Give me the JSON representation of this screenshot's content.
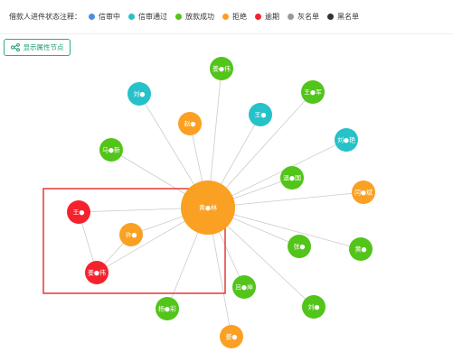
{
  "legend": {
    "title": "借款人进件状态注释：",
    "items": [
      {
        "label": "信审中",
        "color": "#4a90e2"
      },
      {
        "label": "信审通过",
        "color": "#26c1c9"
      },
      {
        "label": "放款成功",
        "color": "#52c41a"
      },
      {
        "label": "拒绝",
        "color": "#faa022"
      },
      {
        "label": "逾期",
        "color": "#f5222d"
      },
      {
        "label": "灰名单",
        "color": "#999999"
      },
      {
        "label": "黑名单",
        "color": "#333333"
      }
    ]
  },
  "toolbar": {
    "show_attributes_label": "显示属性节点"
  },
  "colors": {
    "approved": "#26c1c9",
    "loan_success": "#52c41a",
    "rejected": "#faa022",
    "overdue": "#f5222d",
    "edge": "#cccccc",
    "highlight_box": "#e53935"
  },
  "graph": {
    "center": {
      "id": "n0",
      "label": "黄●林",
      "status": "rejected"
    },
    "nodes": [
      {
        "id": "n1",
        "label": "姜●伟",
        "status": "loan_success"
      },
      {
        "id": "n2",
        "label": "刘●",
        "status": "approved"
      },
      {
        "id": "n3",
        "label": "王●军",
        "status": "loan_success"
      },
      {
        "id": "n4",
        "label": "赵●",
        "status": "rejected"
      },
      {
        "id": "n5",
        "label": "王●",
        "status": "approved"
      },
      {
        "id": "n6",
        "label": "马●新",
        "status": "loan_success"
      },
      {
        "id": "n7",
        "label": "刘●艳",
        "status": "approved"
      },
      {
        "id": "n8",
        "label": "温●国",
        "status": "loan_success"
      },
      {
        "id": "n9",
        "label": "闫●斌",
        "status": "rejected"
      },
      {
        "id": "n10",
        "label": "王●",
        "status": "overdue"
      },
      {
        "id": "n11",
        "label": "许●",
        "status": "rejected"
      },
      {
        "id": "n12",
        "label": "张●",
        "status": "loan_success"
      },
      {
        "id": "n13",
        "label": "黄●",
        "status": "loan_success"
      },
      {
        "id": "n14",
        "label": "姜●伟",
        "status": "overdue"
      },
      {
        "id": "n15",
        "label": "吕●岸",
        "status": "loan_success"
      },
      {
        "id": "n16",
        "label": "杨●彩",
        "status": "loan_success"
      },
      {
        "id": "n17",
        "label": "刘●",
        "status": "loan_success"
      },
      {
        "id": "n18",
        "label": "姜●",
        "status": "rejected"
      }
    ],
    "edges": [
      [
        "n0",
        "n1"
      ],
      [
        "n0",
        "n2"
      ],
      [
        "n0",
        "n3"
      ],
      [
        "n0",
        "n4"
      ],
      [
        "n0",
        "n5"
      ],
      [
        "n0",
        "n6"
      ],
      [
        "n0",
        "n7"
      ],
      [
        "n0",
        "n8"
      ],
      [
        "n0",
        "n9"
      ],
      [
        "n0",
        "n10"
      ],
      [
        "n0",
        "n11"
      ],
      [
        "n0",
        "n12"
      ],
      [
        "n0",
        "n13"
      ],
      [
        "n0",
        "n14"
      ],
      [
        "n0",
        "n15"
      ],
      [
        "n0",
        "n16"
      ],
      [
        "n0",
        "n17"
      ],
      [
        "n0",
        "n18"
      ],
      [
        "n10",
        "n14"
      ],
      [
        "n11",
        "n14"
      ]
    ]
  }
}
